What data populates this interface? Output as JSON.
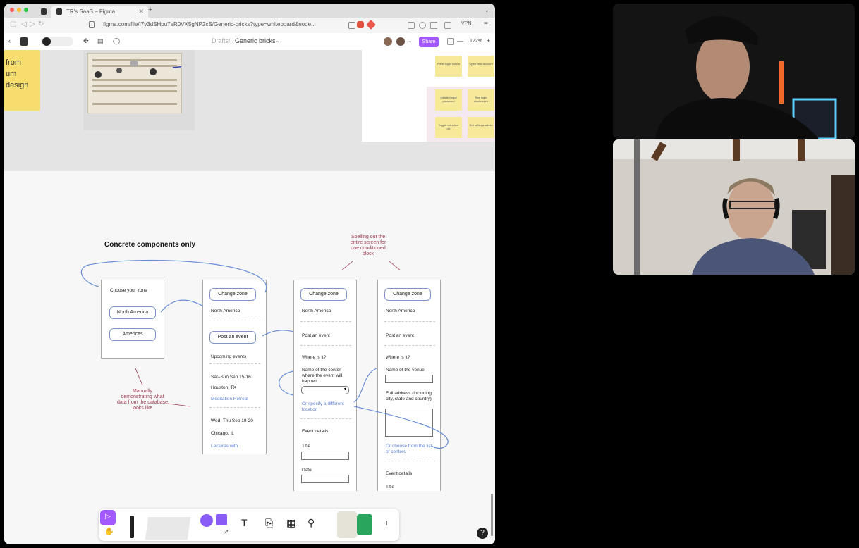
{
  "browser": {
    "tabs": [
      {
        "label": "TR's SaaS – Figma",
        "active": true
      }
    ],
    "new_tab": "+",
    "url": "figma.com/file/I7v3dSHpu7eR0VX5gNP2cS/Generic-bricks?type=whiteboard&node...",
    "vpn_label": "VPN"
  },
  "figma": {
    "breadcrumb_parent": "Drafts",
    "breadcrumb_sep": "/",
    "file_name": "Generic bricks",
    "share_label": "Share",
    "zoom": "122%",
    "zoom_minus": "—",
    "zoom_plus": "+"
  },
  "canvas": {
    "sticky_left_lines": [
      "from",
      "um",
      "design"
    ],
    "whiteboard_stickies": [
      "Press login button",
      "Open new account",
      "Initiate forgot password",
      "See login disclosures",
      "Toggle volunteer ctx",
      "Get settings admin"
    ],
    "heading": "Concrete components only",
    "annotation_top": "Spelling out the entire screen for one conditioned block",
    "annotation_bottom": "Manually demonstrating what data from the database looks like",
    "frame1": {
      "title": "Choose your zone",
      "options": [
        "North America",
        "Americas"
      ]
    },
    "frame2": {
      "change_zone": "Change zone",
      "zone": "North America",
      "post_event": "Post an event",
      "upcoming": "Upcoming events",
      "events": [
        {
          "date": "Sat–Sun Sep 15-16",
          "place": "Houston, TX",
          "title": "Meditation Retreat"
        },
        {
          "date": "Wed–Thu Sep 19-20",
          "place": "Chicago, IL",
          "title": "Lectures with"
        }
      ]
    },
    "frame3": {
      "change_zone": "Change zone",
      "zone": "North America",
      "post_event": "Post an event",
      "where": "Where is it?",
      "center_name": "Name of the center where the event will happen",
      "alt_link": "Or specify a different location",
      "event_details": "Event details",
      "title_label": "Title",
      "date_label": "Date"
    },
    "frame4": {
      "change_zone": "Change zone",
      "zone": "North America",
      "post_event": "Post an event",
      "where": "Where is it?",
      "venue": "Name of the venue",
      "full_address": "Full address (including city, state and country)",
      "alt_link": "Or choose from the list of centers",
      "event_details": "Event details",
      "title_label": "Title"
    }
  },
  "toolbar": {
    "text_tool": "T",
    "add": "+"
  },
  "help": "?",
  "colors": {
    "figma_purple": "#a259ff",
    "sticky_yellow": "#f7e07a",
    "annotation_red": "#9a3a4f",
    "link_blue": "#5b7fd6",
    "connector_blue": "#6a8fd8"
  },
  "videos": [
    {
      "name": "participant-1"
    },
    {
      "name": "participant-2"
    }
  ]
}
